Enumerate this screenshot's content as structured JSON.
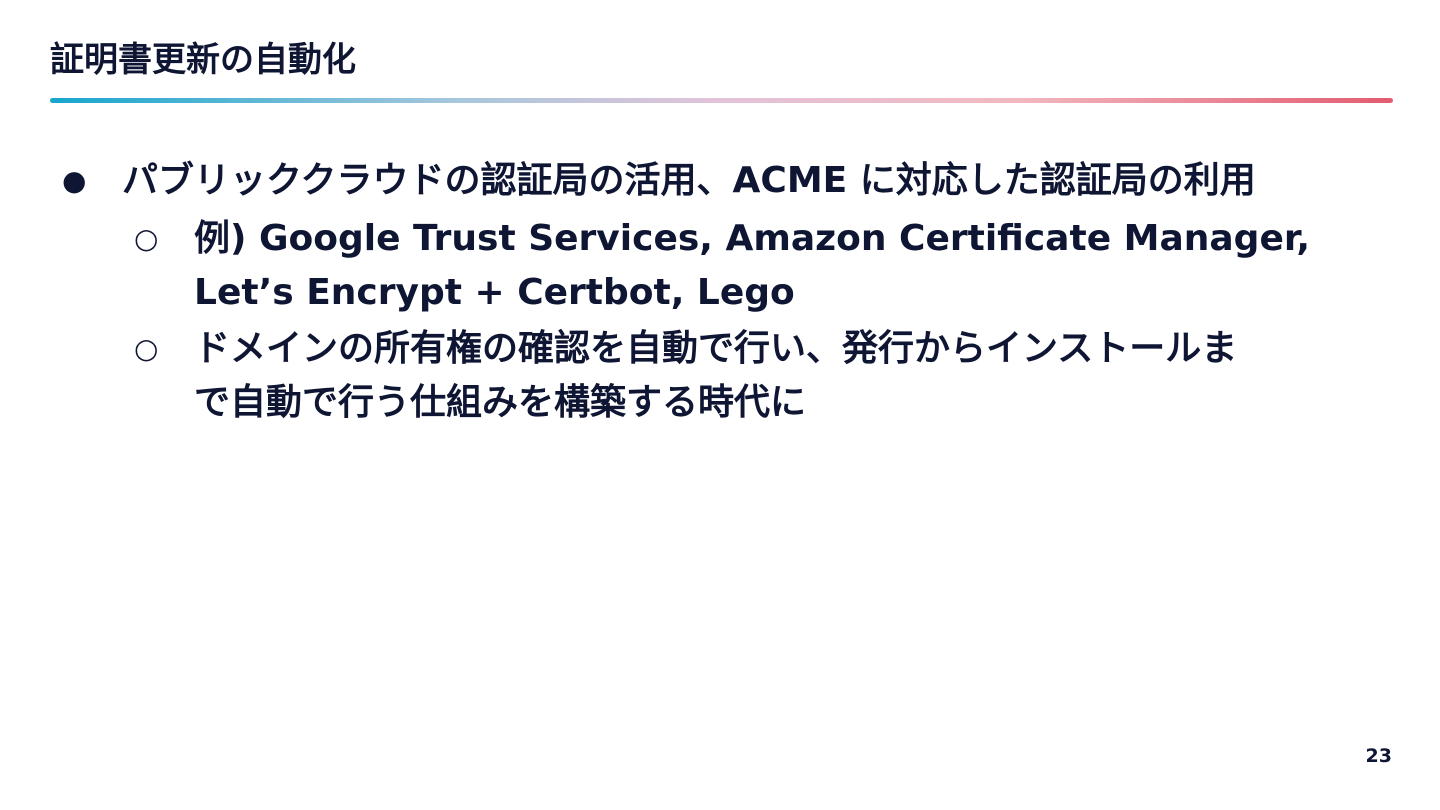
{
  "slide": {
    "title": "証明書更新の自動化",
    "page_number": "23"
  },
  "bullets": [
    {
      "marker": "●",
      "text": "パブリッククラウドの認証局の活用、ACME に対応した認証局の利用",
      "children": [
        {
          "marker": "○",
          "lines": [
            "例) Google Trust Services, Amazon Certificate Manager,",
            "Let’s Encrypt + Certbot, Lego"
          ]
        },
        {
          "marker": "○",
          "lines": [
            "ドメインの所有権の確認を自動で行い、発行からインストールま",
            "で自動で行う仕組みを構築する時代に"
          ]
        }
      ]
    }
  ],
  "colors": {
    "text": "#0f1634",
    "rule_start": "#17a6ce",
    "rule_end": "#e25b70"
  }
}
